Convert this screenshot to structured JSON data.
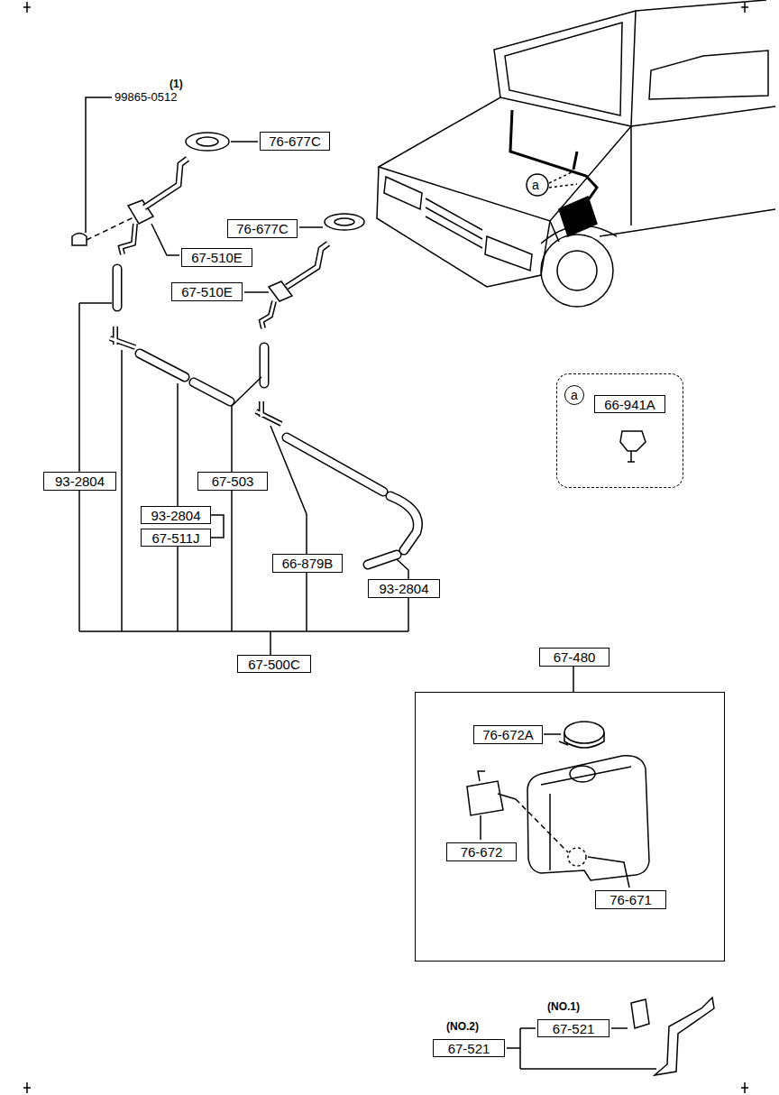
{
  "diagram": {
    "nodes": [
      {
        "text": [
          "76-677C"
        ]
      },
      {
        "text": [
          "67-510E"
        ]
      },
      {
        "text": [
          "76-677C"
        ]
      },
      {
        "text": [
          "67-510E"
        ]
      },
      {
        "text": [
          "93-2804"
        ]
      },
      {
        "text": [
          "67-503"
        ]
      },
      {
        "text": [
          "93-2804"
        ]
      },
      {
        "text": [
          "67-511J"
        ]
      },
      {
        "text": [
          "66-879B"
        ]
      },
      {
        "text": [
          "93-2804"
        ]
      },
      {
        "text": [
          "67-500C"
        ]
      },
      {
        "text": [
          "a"
        ]
      },
      {
        "text": [
          "66-941A"
        ],
        "in": 11
      },
      {
        "text": [
          "67-480"
        ]
      },
      {
        "text": [
          "76-672A"
        ],
        "in": 13
      },
      {
        "text": [
          "76-672"
        ],
        "in": 13
      },
      {
        "text": [
          "76-671"
        ],
        "in": 13
      },
      {
        "text": [
          "67-521"
        ]
      },
      {
        "text": [
          "67-521"
        ]
      }
    ],
    "labels": [
      "(1)",
      "99865-0512",
      "a",
      "(NO.1)",
      "(NO.2)"
    ]
  }
}
